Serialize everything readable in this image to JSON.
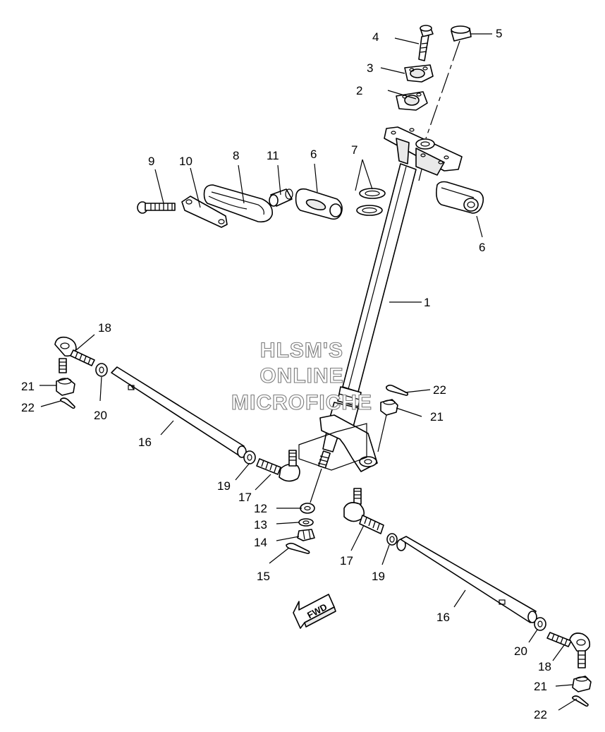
{
  "watermark": {
    "line1": "HLSM'S",
    "line2": "ONLINE",
    "line3": "MICROFICHE"
  },
  "direction_marker": "FWD",
  "callouts": {
    "c1": "1",
    "c2": "2",
    "c3": "3",
    "c4": "4",
    "c5": "5",
    "c6a": "6",
    "c6b": "6",
    "c7": "7",
    "c8": "8",
    "c9": "9",
    "c10": "10",
    "c11": "11",
    "c12": "12",
    "c13": "13",
    "c14": "14",
    "c15": "15",
    "c16a": "16",
    "c16b": "16",
    "c17a": "17",
    "c17b": "17",
    "c18a": "18",
    "c18b": "18",
    "c19a": "19",
    "c19b": "19",
    "c20a": "20",
    "c20b": "20",
    "c21a": "21",
    "c21b": "21",
    "c21c": "21",
    "c22a": "22",
    "c22b": "22",
    "c22c": "22"
  }
}
